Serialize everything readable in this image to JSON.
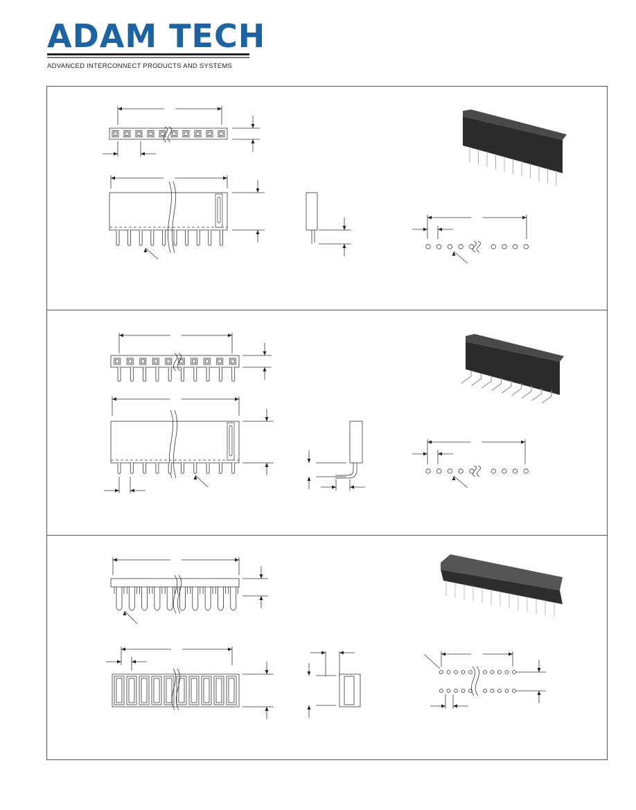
{
  "header": {
    "brand": "ADAM TECH",
    "tagline": "ADVANCED INTERCONNECT PRODUCTS AND SYSTEMS",
    "brand_color": "#1b63a3"
  },
  "panels": [
    {
      "id": "straight-single-row"
    },
    {
      "id": "right-angle-single-row"
    },
    {
      "id": "dual-row-surface"
    }
  ],
  "colors": {
    "line": "#333333",
    "body": "#2b2b2b",
    "frame": "#555555"
  }
}
